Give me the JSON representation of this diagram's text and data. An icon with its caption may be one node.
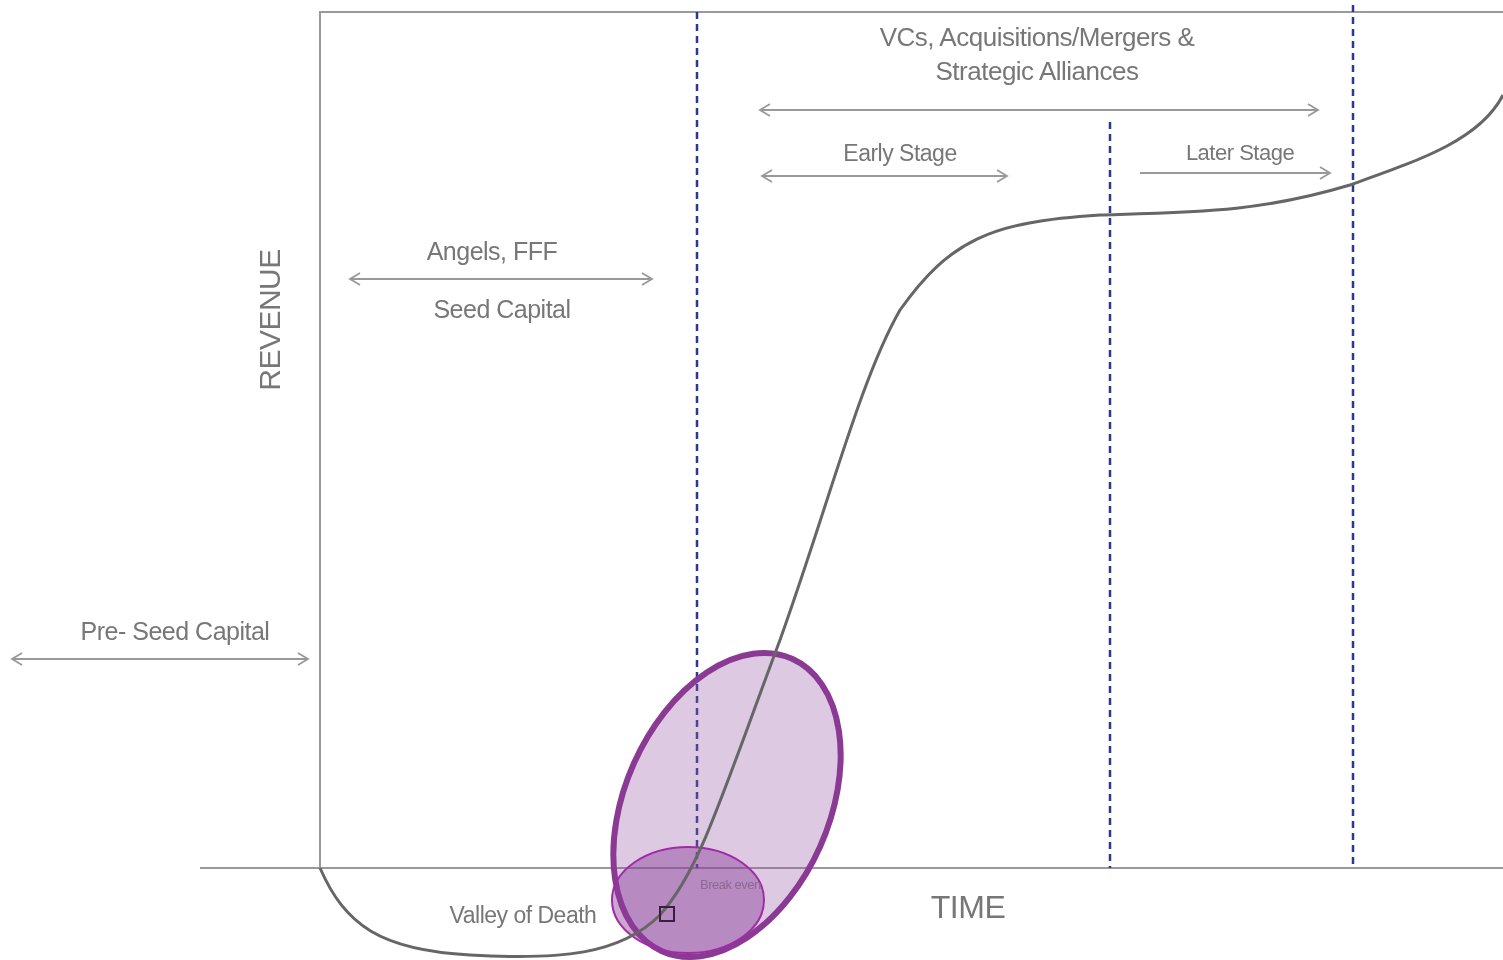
{
  "diagram": {
    "labels": [
      "VCs, Acquisitions/Mergers & Strategic Alliances",
      "Early Stage",
      "Later Stage",
      "Angels, FFF",
      "Seed Capital",
      "REVENUE",
      "Pre- Seed Capital",
      "Break even",
      "Valley of Death",
      "TIME"
    ]
  }
}
